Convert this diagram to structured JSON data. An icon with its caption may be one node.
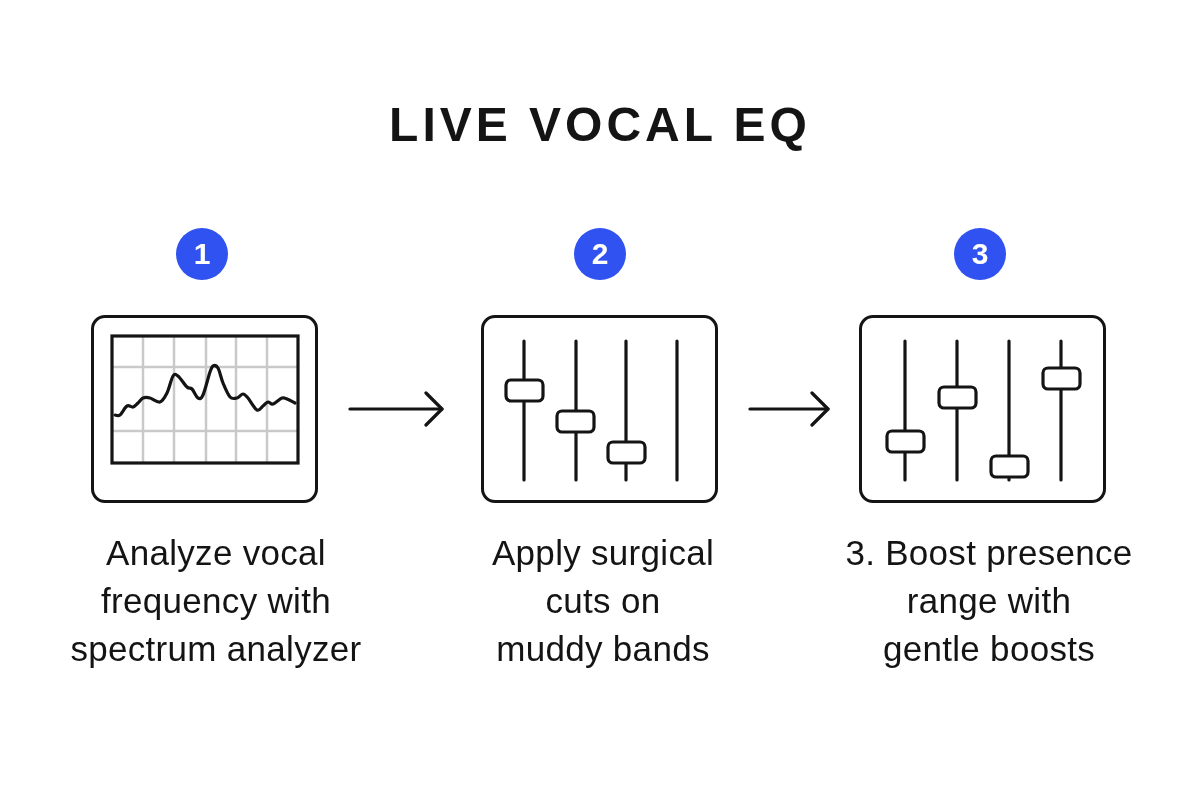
{
  "diagram": {
    "title": "LIVE VOCAL EQ",
    "nodes": [
      {
        "text": [
          "1"
        ]
      },
      {
        "text": [],
        "shape": "picture",
        "beside": [
          "Analyze vocal frequency with spectrum analyzer"
        ]
      },
      {
        "text": [
          "2"
        ]
      },
      {
        "text": [],
        "shape": "picture",
        "beside": [
          "Apply surgical cuts on muddy bands"
        ]
      },
      {
        "text": [
          "3"
        ]
      },
      {
        "text": [],
        "shape": "picture",
        "beside": [
          "3. Boost presence range with gentle boosts"
        ]
      }
    ],
    "edges": [
      {
        "from": 1,
        "to": 3,
        "arrow": "to"
      },
      {
        "from": 3,
        "to": 5,
        "arrow": "to"
      }
    ]
  }
}
